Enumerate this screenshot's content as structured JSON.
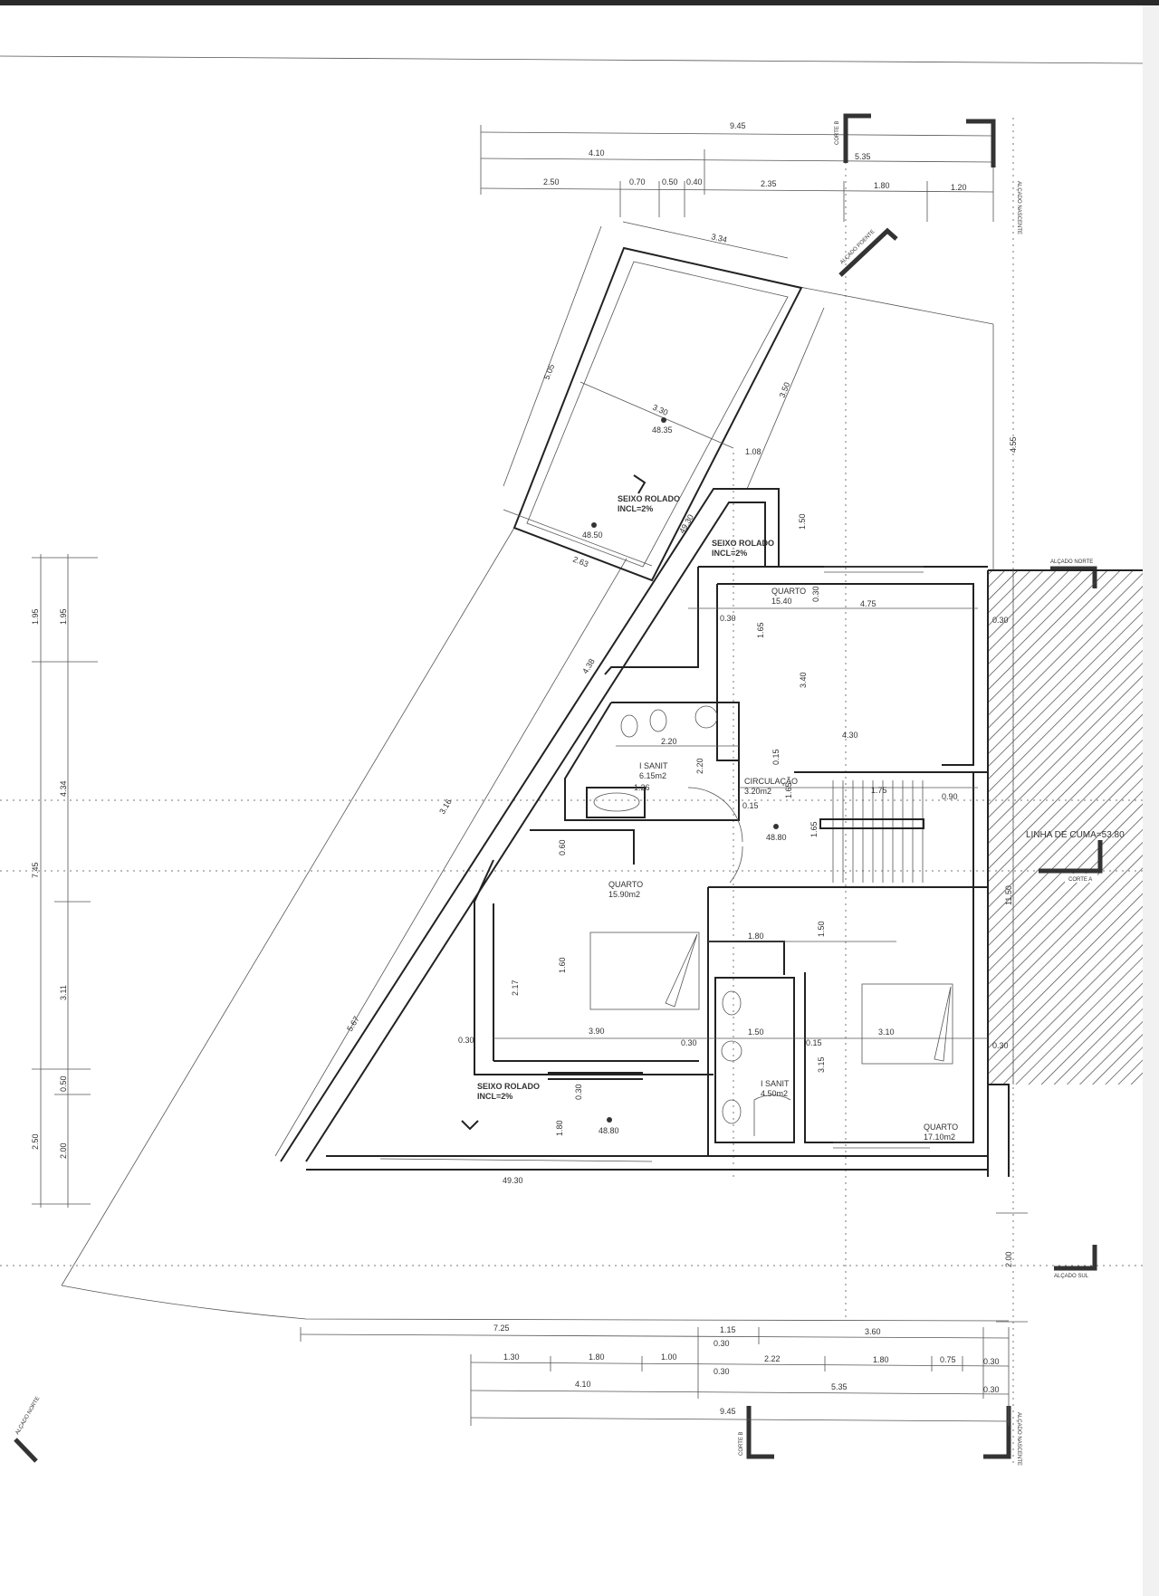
{
  "drawing": {
    "rooms": [
      {
        "name": "QUARTO",
        "area": "15.40"
      },
      {
        "name": "I SANIT",
        "area": "6.15m2"
      },
      {
        "name": "CIRCULAÇÃO",
        "area": "3.20m2"
      },
      {
        "name": "QUARTO",
        "area": "15.90m2"
      },
      {
        "name": "I SANIT",
        "area": "4.50m2"
      },
      {
        "name": "QUARTO",
        "area": "17.10m2"
      }
    ],
    "finishes": [
      {
        "line1": "SEIXO ROLADO",
        "line2": "INCL=2%"
      },
      {
        "line1": "SEIXO ROLADO",
        "line2": "INCL=2%"
      },
      {
        "line1": "SEIXO ROLADO",
        "line2": "INCL=2%"
      }
    ],
    "levels": [
      "48.35",
      "48.50",
      "49.30",
      "48.80",
      "48.80",
      "49.30"
    ],
    "ridge_line": "LINHA DE CUMA=53.80",
    "section_markers": [
      "CORTE B",
      "ALÇADO NASCENTE",
      "ALÇADO POENTE",
      "ALÇADO NORTE",
      "CORTE A",
      "ALÇADO SUL",
      "CORTE B",
      "ALÇADO NASCENTE",
      "ALÇADO NORTE"
    ],
    "top_dimensions": {
      "row1": [
        "9.45"
      ],
      "row2": [
        "4.10",
        "5.35"
      ],
      "row3": [
        "2.50",
        "0.70",
        "0.50",
        "0.40",
        "2.35",
        "1.80",
        "1.20"
      ]
    },
    "bottom_dimensions": {
      "row1": [
        "7.25",
        "1.15",
        "3.60",
        "0.30"
      ],
      "row2": [
        "1.30",
        "1.80",
        "1.00",
        "2.22",
        "1.80",
        "0.75",
        "0.30",
        "0.30"
      ],
      "row3": [
        "4.10",
        "5.35",
        "0.30"
      ],
      "row4": [
        "9.45"
      ]
    },
    "left_dimensions": {
      "outer": [
        "1.95",
        "7.45",
        "2.50"
      ],
      "inner": [
        "1.95",
        "4.34",
        "3.11",
        "0.50",
        "2.00"
      ]
    },
    "right_dimensions": [
      "4.55",
      "0.30",
      "11.50",
      "0.30",
      "2.00"
    ],
    "interior_dimensions": [
      "3.34",
      "5.05",
      "3.30",
      "1.08",
      "3.50",
      "2.63",
      "4.38",
      "1.50",
      "4.75",
      "0.30",
      "1.65",
      "3.40",
      "4.30",
      "0.30",
      "0.15",
      "2.20",
      "2.20",
      "1.26",
      "1.65",
      "0.15",
      "1.75",
      "0.90",
      "1.65",
      "0.60",
      "1.60",
      "2.17",
      "3.90",
      "0.30",
      "0.30",
      "1.80",
      "1.50",
      "1.50",
      "3.10",
      "0.15",
      "3.15",
      "0.30",
      "1.80",
      "5.67",
      "3.16"
    ]
  }
}
